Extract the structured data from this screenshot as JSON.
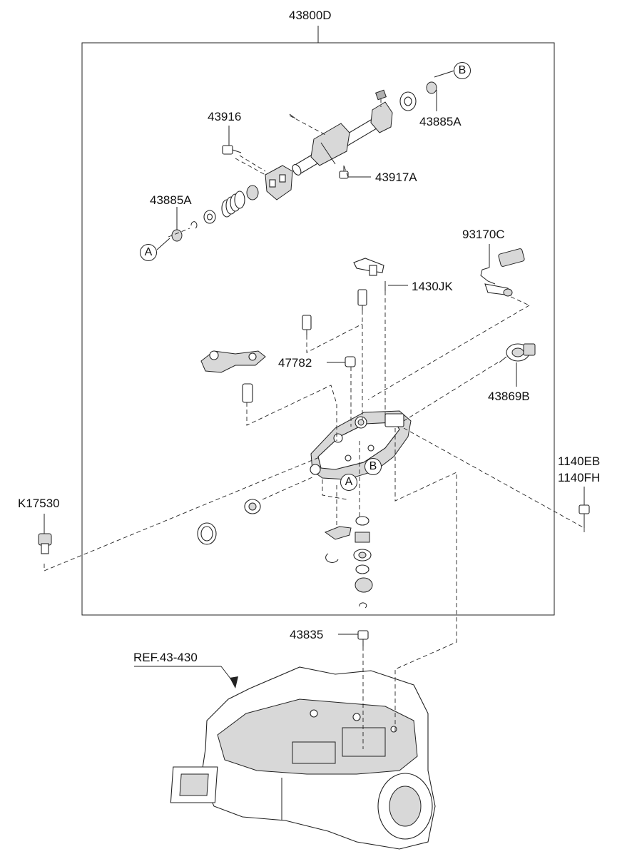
{
  "labels": {
    "assembly": "43800D",
    "p43916": "43916",
    "p43885a_top": "43885A",
    "p43917a": "43917A",
    "p43885a_left": "43885A",
    "p93170c": "93170C",
    "p1430jk": "1430JK",
    "p47782": "47782",
    "p43869b": "43869B",
    "p1140eb": "1140EB",
    "p1140fh": "1140FH",
    "k17530": "K17530",
    "p43835": "43835",
    "ref": "REF.43-430"
  },
  "callouts": {
    "a_left": "A",
    "b_top": "B",
    "a_body": "A",
    "b_body": "B"
  },
  "icons": [
    "shift-shaft-icon",
    "spring-icon",
    "bracket-icon",
    "sensor-switch-icon",
    "bolt-icon",
    "cover-body-icon",
    "seal-ring-icon",
    "transaxle-housing-icon"
  ]
}
